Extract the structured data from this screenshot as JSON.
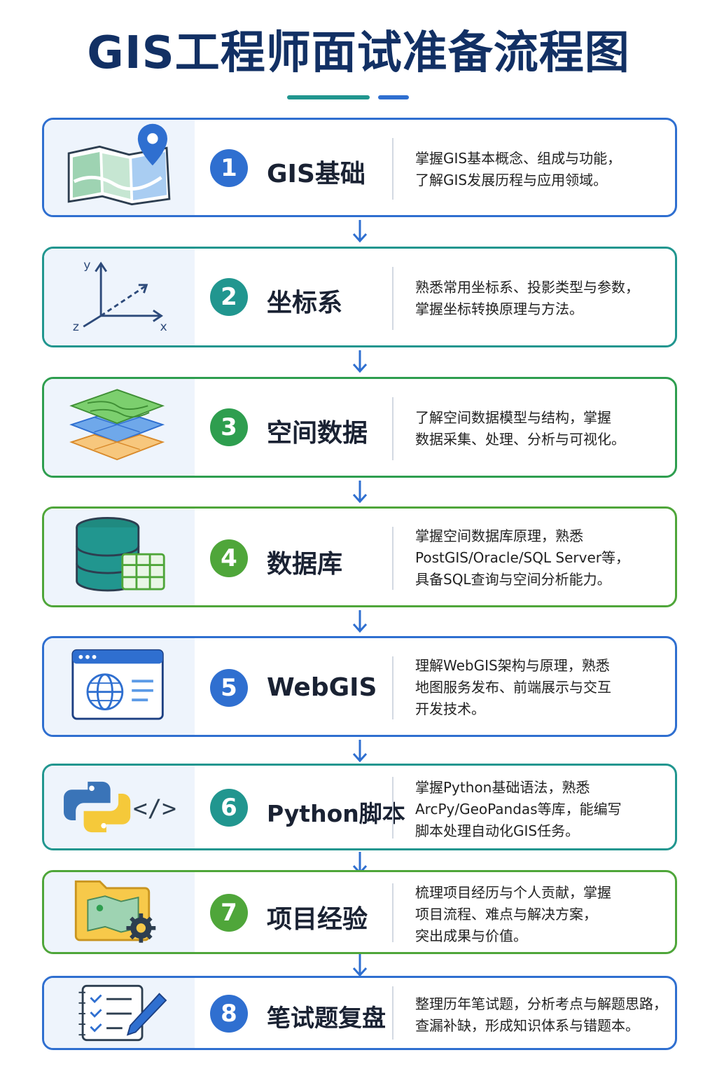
{
  "title": "GIS工程师面试准备流程图",
  "steps": [
    {
      "num": "1",
      "title": "GIS基础",
      "icon": "map-pin-icon",
      "color": "#2f6fd0",
      "desc": [
        "掌握GIS基本概念、组成与功能，",
        "了解GIS发展历程与应用领域。"
      ]
    },
    {
      "num": "2",
      "title": "坐标系",
      "icon": "coordinate-axes-icon",
      "color": "#21968f",
      "desc": [
        "熟悉常用坐标系、投影类型与参数，",
        "掌握坐标转换原理与方法。"
      ]
    },
    {
      "num": "3",
      "title": "空间数据",
      "icon": "data-layers-icon",
      "color": "#2e9e4f",
      "desc": [
        "了解空间数据模型与结构，掌握",
        "数据采集、处理、分析与可视化。"
      ]
    },
    {
      "num": "4",
      "title": "数据库",
      "icon": "database-icon",
      "color": "#4fa63a",
      "desc": [
        "掌握空间数据库原理，熟悉",
        "PostGIS/Oracle/SQL Server等，",
        "具备SQL查询与空间分析能力。"
      ]
    },
    {
      "num": "5",
      "title": "WebGIS",
      "icon": "web-globe-icon",
      "color": "#2f6fd0",
      "desc": [
        "理解WebGIS架构与原理，熟悉",
        "地图服务发布、前端展示与交互",
        "开发技术。"
      ]
    },
    {
      "num": "6",
      "title": "Python脚本",
      "icon": "python-code-icon",
      "color": "#21968f",
      "desc": [
        "掌握Python基础语法，熟悉",
        "ArcPy/GeoPandas等库，能编写",
        "脚本处理自动化GIS任务。"
      ]
    },
    {
      "num": "7",
      "title": "项目经验",
      "icon": "project-folder-icon",
      "color": "#4fa63a",
      "desc": [
        "梳理项目经历与个人贡献，掌握",
        "项目流程、难点与解决方案，",
        "突出成果与价值。"
      ]
    },
    {
      "num": "8",
      "title": "笔试题复盘",
      "icon": "checklist-pen-icon",
      "color": "#2f6fd0",
      "desc": [
        "整理历年笔试题，分析考点与解题思路，",
        "查漏补缺，形成知识体系与错题本。"
      ]
    }
  ],
  "axis_labels": {
    "y": "y",
    "x": "x",
    "z": "z"
  },
  "code_symbol": "</>"
}
